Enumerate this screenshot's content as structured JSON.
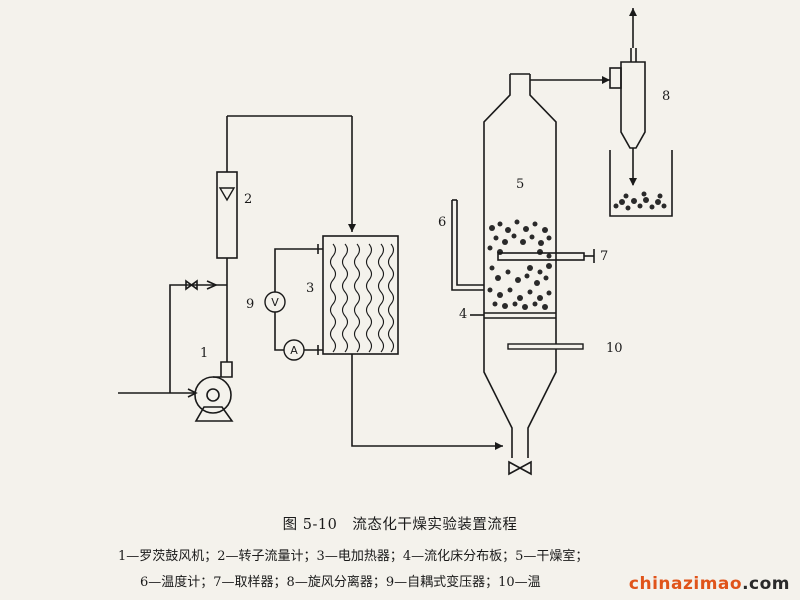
{
  "labels": {
    "blower": "1",
    "rotameter": "2",
    "heater": "3",
    "distributor": "4",
    "dryer": "5",
    "thermometer": "6",
    "sampler": "7",
    "cyclone": "8",
    "transformer": "9",
    "item_10": "10",
    "voltmeter": "V",
    "ammeter": "A"
  },
  "caption": "图 5-10　流态化干燥实验装置流程",
  "legend": {
    "line1": "1—罗茨鼓风机；2—转子流量计；3—电加热器；4—流化床分布板；5—干燥室；",
    "line2": "6—温度计；7—取样器；8—旋风分离器；9—自耦式变压器；10—温"
  },
  "watermark": {
    "brand": "chinazimao",
    "domain": ".com"
  }
}
